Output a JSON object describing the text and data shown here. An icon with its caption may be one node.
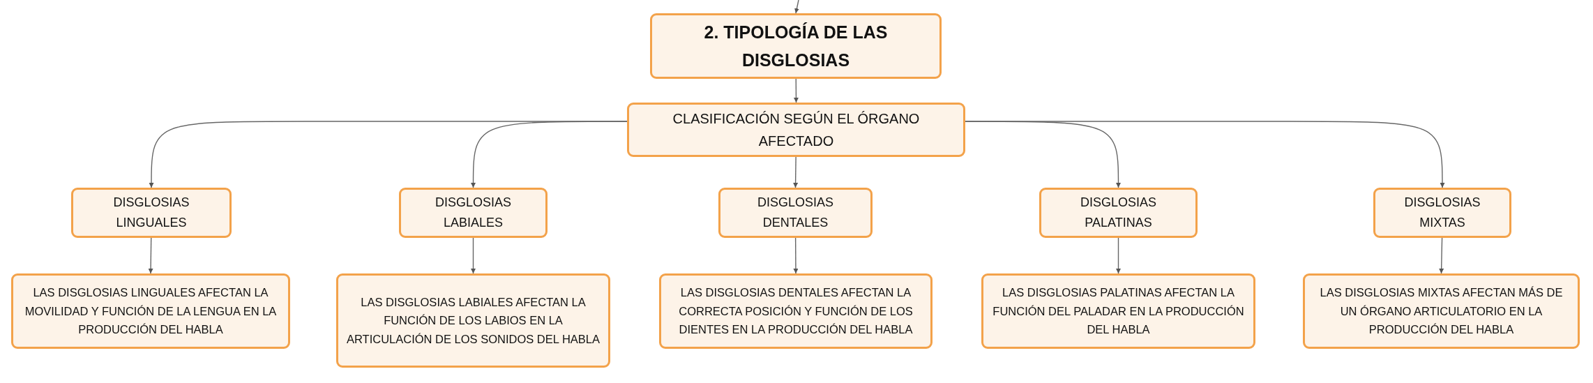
{
  "diagram": {
    "nodes": [
      {
        "text": [
          "2. TIPOLOGÍA DE LAS DISGLOSIAS"
        ]
      },
      {
        "text": [
          "CLASIFICACIÓN SEGÚN EL ÓRGANO AFECTADO"
        ]
      },
      {
        "text": [
          "DISGLOSIAS LINGUALES"
        ]
      },
      {
        "text": [
          "DISGLOSIAS LABIALES"
        ]
      },
      {
        "text": [
          "DISGLOSIAS DENTALES"
        ]
      },
      {
        "text": [
          "DISGLOSIAS PALATINAS"
        ]
      },
      {
        "text": [
          "DISGLOSIAS MIXTAS"
        ]
      },
      {
        "text": [
          "LAS DISGLOSIAS LINGUALES AFECTAN LA MOVILIDAD Y FUNCIÓN DE LA LENGUA EN LA PRODUCCIÓN DEL HABLA"
        ]
      },
      {
        "text": [
          "LAS DISGLOSIAS LABIALES AFECTAN LA FUNCIÓN DE LOS LABIOS EN LA ARTICULACIÓN DE LOS SONIDOS DEL HABLA"
        ]
      },
      {
        "text": [
          "LAS DISGLOSIAS DENTALES AFECTAN LA CORRECTA POSICIÓN Y FUNCIÓN DE LOS DIENTES EN LA PRODUCCIÓN DEL HABLA"
        ]
      },
      {
        "text": [
          "LAS DISGLOSIAS PALATINAS AFECTAN LA FUNCIÓN DEL PALADAR EN LA PRODUCCIÓN DEL HABLA"
        ]
      },
      {
        "text": [
          "LAS DISGLOSIAS MIXTAS AFECTAN MÁS DE UN ÓRGANO ARTICULATORIO EN LA PRODUCCIÓN DEL HABLA"
        ]
      }
    ],
    "edges": [
      {
        "from": null,
        "to": 0,
        "arrow": "to"
      },
      {
        "from": 0,
        "to": 1,
        "arrow": "to"
      },
      {
        "from": 1,
        "to": 2,
        "arrow": "to"
      },
      {
        "from": 1,
        "to": 3,
        "arrow": "to"
      },
      {
        "from": 1,
        "to": 4,
        "arrow": "to"
      },
      {
        "from": 1,
        "to": 5,
        "arrow": "to"
      },
      {
        "from": 1,
        "to": 6,
        "arrow": "to"
      },
      {
        "from": 2,
        "to": 7,
        "arrow": "to"
      },
      {
        "from": 3,
        "to": 8,
        "arrow": "to"
      },
      {
        "from": 4,
        "to": 9,
        "arrow": "to"
      },
      {
        "from": 5,
        "to": 10,
        "arrow": "to"
      },
      {
        "from": 6,
        "to": 11,
        "arrow": "to"
      }
    ]
  }
}
